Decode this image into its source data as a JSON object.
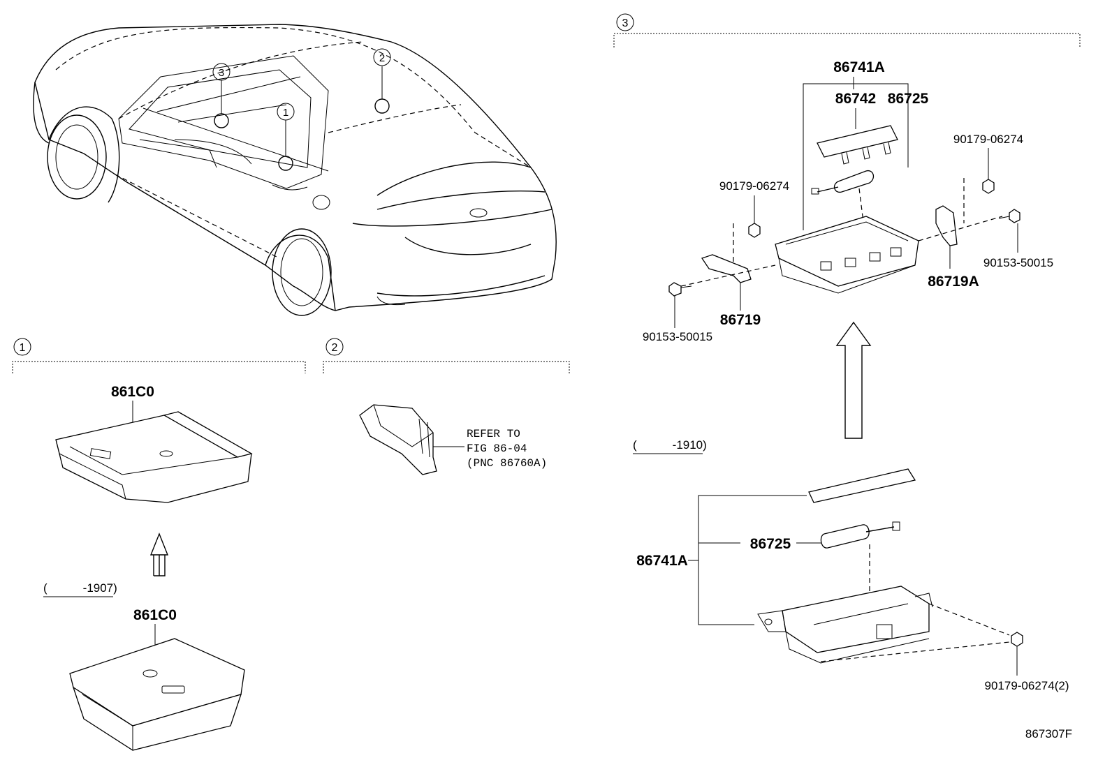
{
  "diagram_id": "867307F",
  "callouts": {
    "c1": "1",
    "c2": "2",
    "c3": "3"
  },
  "sections": {
    "s1": {
      "index": "1",
      "upper_part": "861C0",
      "lower_part": "861C0",
      "date_range": "(　　　-1907)"
    },
    "s2": {
      "index": "2",
      "refer": [
        "REFER TO",
        "FIG 86-04",
        "(PNC 86760A)"
      ]
    },
    "s3": {
      "index": "3",
      "date_range": "(　　　-1910)",
      "parts_top": {
        "assembly": "86741A",
        "cover": "86742",
        "antenna": "86725",
        "nut_left": "90179-06274",
        "nut_right": "90179-06274",
        "bracket_left": "86719",
        "bracket_right": "86719A",
        "bolt_left": "90153-50015",
        "bolt_right": "90153-50015"
      },
      "parts_bottom": {
        "assembly": "86741A",
        "antenna": "86725",
        "nut": "90179-06274(2)"
      }
    }
  }
}
